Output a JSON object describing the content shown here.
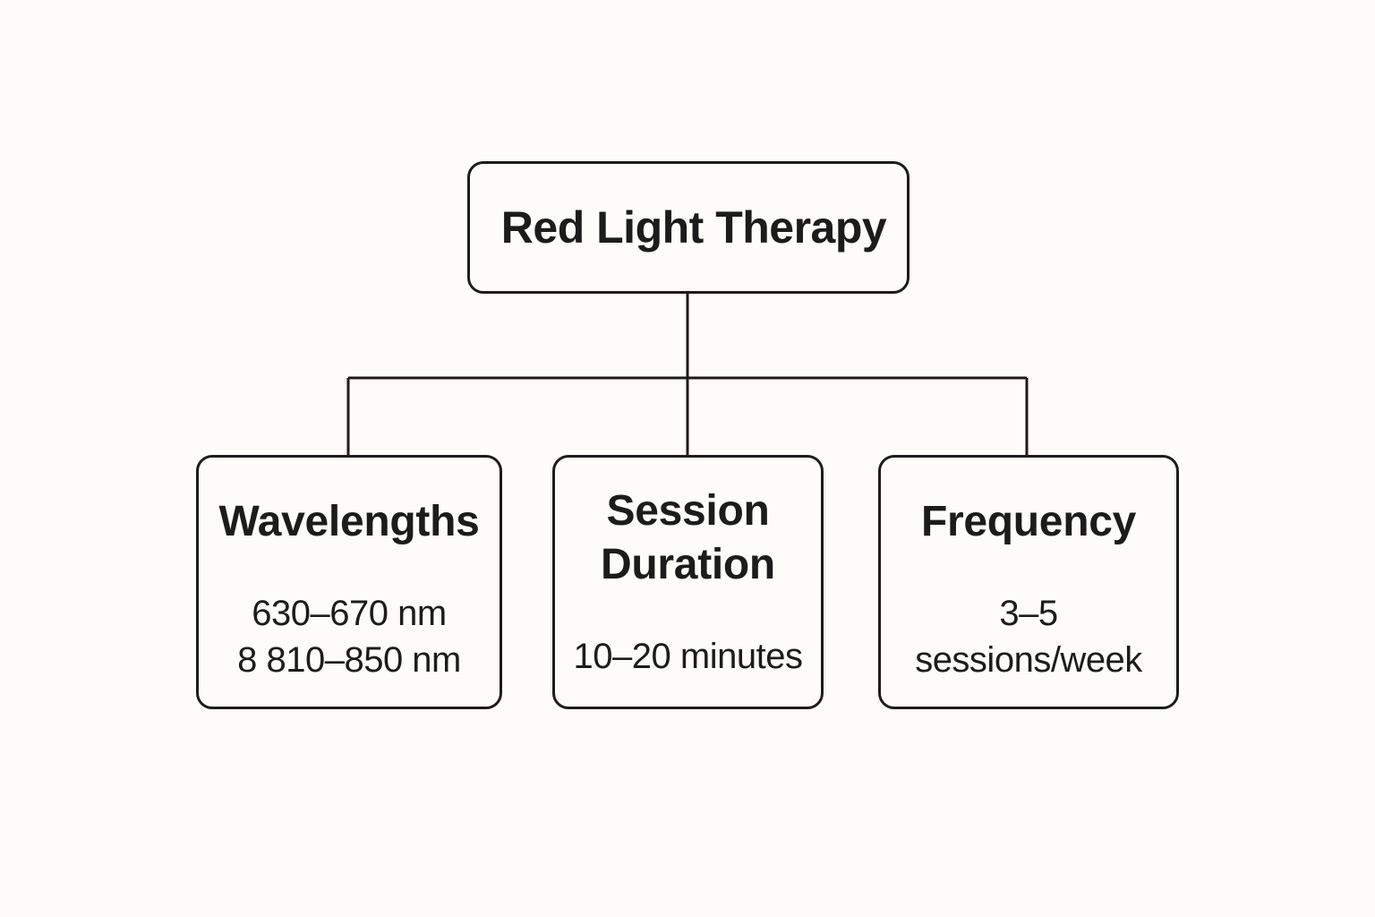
{
  "diagram": {
    "root": {
      "label": "Red Light Therapy"
    },
    "children": [
      {
        "title": "Wavelengths",
        "lines": [
          "630–670 nm",
          "8 810–850 nm"
        ]
      },
      {
        "title_lines": [
          "Session",
          "Duration"
        ],
        "lines": [
          "10–20 minutes"
        ]
      },
      {
        "title": "Frequency",
        "lines": [
          "3–5",
          "sessions/week"
        ]
      }
    ],
    "colors": {
      "background": "#fdfcf8",
      "stroke": "#1c1c1c",
      "text": "#1c1c1c"
    }
  }
}
